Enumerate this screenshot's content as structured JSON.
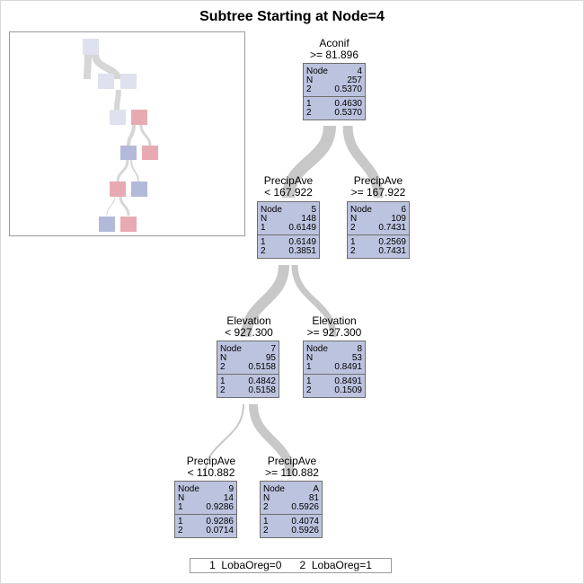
{
  "title": "Subtree Starting at Node=4",
  "legend": {
    "items": [
      {
        "code": "1",
        "label": "LobaOreg=0"
      },
      {
        "code": "2",
        "label": "LobaOreg=1"
      }
    ]
  },
  "colors": {
    "node_fill": "#bcc3df",
    "class1_color": "#b3bad9",
    "class2_color": "#e8aab2",
    "link_color": "#c8c8c8"
  },
  "nodes": {
    "n4": {
      "split_var": "Aconif",
      "split_cond": ">= 81.896",
      "node_label": "Node",
      "node_id": "4",
      "n_label": "N",
      "n_value": "257",
      "pred_class": "2",
      "pred_value": "0.5370",
      "p1_label": "1",
      "p1": "0.4630",
      "p2_label": "2",
      "p2": "0.5370"
    },
    "n5": {
      "split_var": "PrecipAve",
      "split_cond": "< 167.922",
      "node_label": "Node",
      "node_id": "5",
      "n_label": "N",
      "n_value": "148",
      "pred_class": "1",
      "pred_value": "0.6149",
      "p1_label": "1",
      "p1": "0.6149",
      "p2_label": "2",
      "p2": "0.3851"
    },
    "n6": {
      "split_var": "PrecipAve",
      "split_cond": ">= 167.922",
      "node_label": "Node",
      "node_id": "6",
      "n_label": "N",
      "n_value": "109",
      "pred_class": "2",
      "pred_value": "0.7431",
      "p1_label": "1",
      "p1": "0.2569",
      "p2_label": "2",
      "p2": "0.7431"
    },
    "n7": {
      "split_var": "Elevation",
      "split_cond": "< 927.300",
      "node_label": "Node",
      "node_id": "7",
      "n_label": "N",
      "n_value": "95",
      "pred_class": "2",
      "pred_value": "0.5158",
      "p1_label": "1",
      "p1": "0.4842",
      "p2_label": "2",
      "p2": "0.5158"
    },
    "n8": {
      "split_var": "Elevation",
      "split_cond": ">= 927.300",
      "node_label": "Node",
      "node_id": "8",
      "n_label": "N",
      "n_value": "53",
      "pred_class": "1",
      "pred_value": "0.8491",
      "p1_label": "1",
      "p1": "0.8491",
      "p2_label": "2",
      "p2": "0.1509"
    },
    "n9": {
      "split_var": "PrecipAve",
      "split_cond": "< 110.882",
      "node_label": "Node",
      "node_id": "9",
      "n_label": "N",
      "n_value": "14",
      "pred_class": "1",
      "pred_value": "0.9286",
      "p1_label": "1",
      "p1": "0.9286",
      "p2_label": "2",
      "p2": "0.0714"
    },
    "nA": {
      "split_var": "PrecipAve",
      "split_cond": ">= 110.882",
      "node_label": "Node",
      "node_id": "A",
      "n_label": "N",
      "n_value": "81",
      "pred_class": "2",
      "pred_value": "0.5926",
      "p1_label": "1",
      "p1": "0.4074",
      "p2_label": "2",
      "p2": "0.5926"
    }
  }
}
